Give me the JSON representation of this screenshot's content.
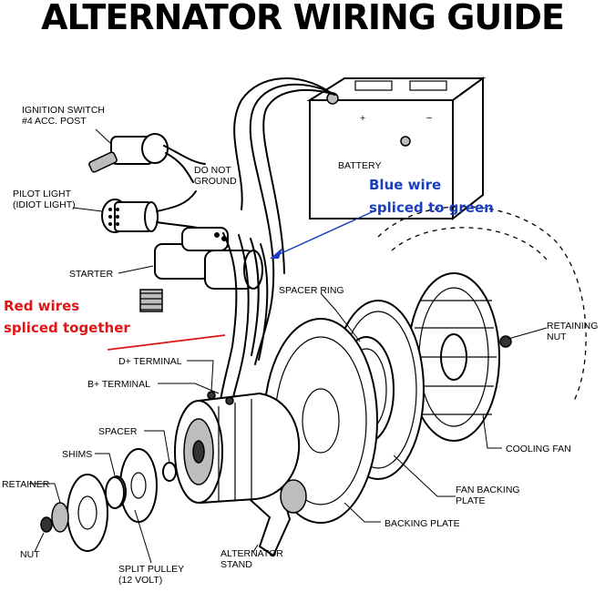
{
  "title": "ALTERNATOR WIRING GUIDE",
  "labels": {
    "ignition_switch_1": "IGNITION SWITCH",
    "ignition_switch_2": "#4 ACC. POST",
    "do_not_ground_1": "DO NOT",
    "do_not_ground_2": "GROUND",
    "battery": "BATTERY",
    "pilot_light_1": "PILOT LIGHT",
    "pilot_light_2": "(IDIOT LIGHT)",
    "starter": "STARTER",
    "spacer_ring": "SPACER RING",
    "retaining_nut_1": "RETAINING",
    "retaining_nut_2": "NUT",
    "d_plus_terminal": "D+ TERMINAL",
    "b_plus_terminal": "B+ TERMINAL",
    "spacer": "SPACER",
    "shims": "SHIMS",
    "retainer": "RETAINER",
    "nut": "NUT",
    "split_pulley_1": "SPLIT PULLEY",
    "split_pulley_2": "(12 VOLT)",
    "alternator_stand_1": "ALTERNATOR",
    "alternator_stand_2": "STAND",
    "backing_plate": "BACKING PLATE",
    "fan_backing_plate_1": "FAN BACKING",
    "fan_backing_plate_2": "PLATE",
    "cooling_fan": "COOLING FAN",
    "battery_plus": "+",
    "battery_minus": "−"
  },
  "notes": {
    "blue_line_1": "Blue wire",
    "blue_line_2": "spliced to green",
    "red_line_1": "Red wires",
    "red_line_2": "spliced together"
  },
  "colors": {
    "blue_note": "#1a3fbf",
    "red_note": "#e01515"
  }
}
